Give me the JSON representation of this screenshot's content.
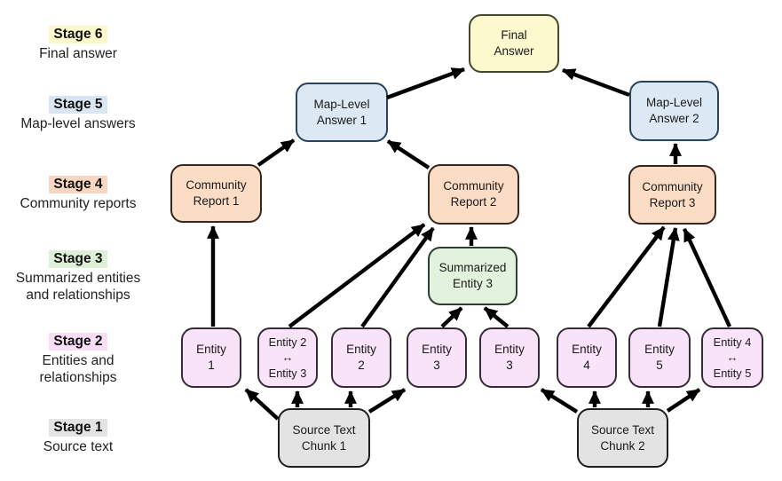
{
  "stages": [
    {
      "name": "Stage 6",
      "subtitle": "Final answer",
      "highlight": "#fbf8c9"
    },
    {
      "name": "Stage 5",
      "subtitle": "Map-level answers",
      "highlight": "#d9e5f2"
    },
    {
      "name": "Stage 4",
      "subtitle": "Community reports",
      "highlight": "#f8d7c2"
    },
    {
      "name": "Stage 3",
      "subtitle": "Summarized entities\nand relationships",
      "highlight": "#ddefd6"
    },
    {
      "name": "Stage 2",
      "subtitle": "Entities and\nrelationships",
      "highlight": "#f8def5"
    },
    {
      "name": "Stage 1",
      "subtitle": "Source text",
      "highlight": "#e4e4e4"
    }
  ],
  "nodes": {
    "final_answer": {
      "label": "Final\nAnswer"
    },
    "map_answer_1": {
      "label": "Map-Level\nAnswer 1"
    },
    "map_answer_2": {
      "label": "Map-Level\nAnswer 2"
    },
    "report_1": {
      "label": "Community\nReport 1"
    },
    "report_2": {
      "label": "Community\nReport 2"
    },
    "report_3": {
      "label": "Community\nReport 3"
    },
    "summarized_3": {
      "label": "Summarized\nEntity 3"
    },
    "entity_1": {
      "label": "Entity\n1"
    },
    "rel_2_3": {
      "label": "Entity 2\n↔\nEntity 3"
    },
    "entity_2": {
      "label": "Entity\n2"
    },
    "entity_3a": {
      "label": "Entity\n3"
    },
    "entity_3b": {
      "label": "Entity\n3"
    },
    "entity_4": {
      "label": "Entity\n4"
    },
    "entity_5": {
      "label": "Entity\n5"
    },
    "rel_4_5": {
      "label": "Entity 4\n↔\nEntity 5"
    },
    "chunk_1": {
      "label": "Source Text\nChunk 1"
    },
    "chunk_2": {
      "label": "Source Text\nChunk 2"
    }
  },
  "colors": {
    "final_fill": "#fbf9cd",
    "final_border": "#45472c",
    "map_fill": "#dce8f4",
    "map_border": "#28435f",
    "report_fill": "#fbdcc5",
    "report_border": "#362720",
    "summary_fill": "#e3f2dd",
    "summary_border": "#2c3f2e",
    "entity_fill": "#f9e3f8",
    "entity_border": "#352c38",
    "chunk_fill": "#e3e3e3",
    "chunk_border": "#1f1f1f",
    "arrow": "#000000",
    "text": "#1a1a1a"
  },
  "edges": [
    {
      "from": "map_answer_1",
      "to": "final_answer"
    },
    {
      "from": "map_answer_2",
      "to": "final_answer"
    },
    {
      "from": "report_1",
      "to": "map_answer_1"
    },
    {
      "from": "report_2",
      "to": "map_answer_1"
    },
    {
      "from": "report_3",
      "to": "map_answer_2"
    },
    {
      "from": "entity_1",
      "to": "report_1"
    },
    {
      "from": "rel_2_3",
      "to": "report_2"
    },
    {
      "from": "entity_2",
      "to": "report_2"
    },
    {
      "from": "summarized_3",
      "to": "report_2"
    },
    {
      "from": "entity_3a",
      "to": "summarized_3"
    },
    {
      "from": "entity_3b",
      "to": "summarized_3"
    },
    {
      "from": "entity_4",
      "to": "report_3"
    },
    {
      "from": "entity_5",
      "to": "report_3"
    },
    {
      "from": "rel_4_5",
      "to": "report_3"
    },
    {
      "from": "chunk_1",
      "to": "entity_1"
    },
    {
      "from": "chunk_1",
      "to": "rel_2_3"
    },
    {
      "from": "chunk_1",
      "to": "entity_2"
    },
    {
      "from": "chunk_1",
      "to": "entity_3a"
    },
    {
      "from": "chunk_2",
      "to": "entity_3b"
    },
    {
      "from": "chunk_2",
      "to": "entity_4"
    },
    {
      "from": "chunk_2",
      "to": "entity_5"
    },
    {
      "from": "chunk_2",
      "to": "rel_4_5"
    }
  ]
}
